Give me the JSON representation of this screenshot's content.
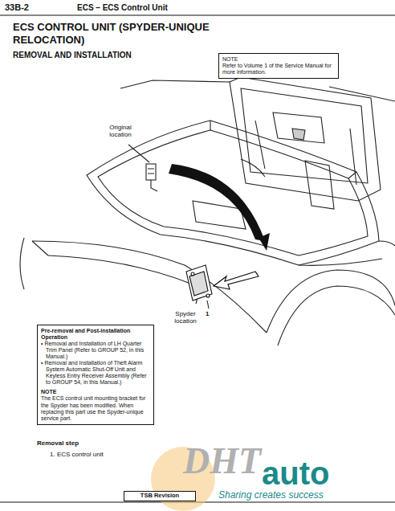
{
  "diagram": {
    "title": "ECS CONTROL UNIT (SPYDER-UNIQUE RELOCATION)",
    "nodes": [
      {
        "text": [
          "NOTE",
          "Refer to Volume 1 of the Service Manual for more information."
        ]
      },
      {
        "text": [
          "Pre-removal and Post-installation Operation",
          "• Removal and Installation of LH Quarter Trim Panel (Refer to GROUP 52, in this Manual.)",
          "• Removal and Installation of Theft Alarm System Automatic Shut-Off Unit and Keyless Entry Receiver Assembly (Refer to GROUP 54, in this Manual.)",
          "NOTE",
          "The ECS control unit mounting bracket for the Spyder has been modified. When replacing this part use the Spyder-unique service part."
        ]
      },
      {
        "text": [
          "TSB Revision"
        ]
      }
    ],
    "edges": [],
    "labels": [
      "33B-2",
      "ECS – ECS Control Unit",
      "REMOVAL AND INSTALLATION",
      "Original location",
      "Spyder location",
      "1",
      "Removal step",
      "1. ECS control unit",
      "DHT",
      "auto",
      "Sharing creates success"
    ]
  }
}
